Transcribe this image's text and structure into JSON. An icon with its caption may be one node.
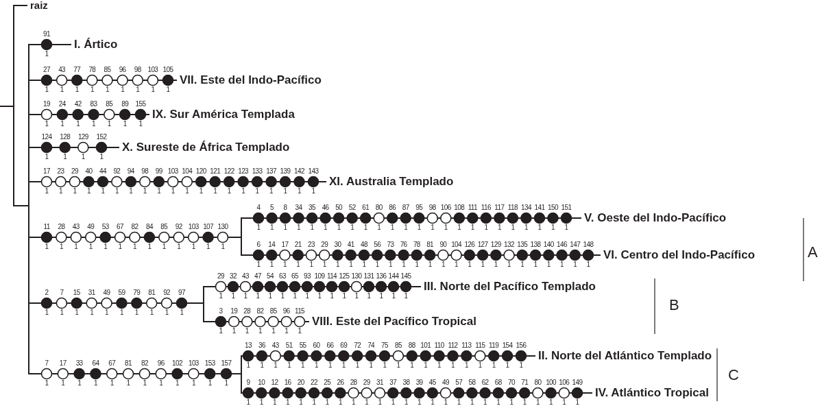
{
  "diagram": {
    "nodes": [
      {
        "text": [
          "raiz"
        ]
      },
      {
        "text": [
          "I. Ártico"
        ]
      },
      {
        "text": [
          "VII. Este del Indo-Pacífico"
        ]
      },
      {
        "text": [
          "IX. Sur América Templada"
        ]
      },
      {
        "text": [
          "X. Sureste de África Templado"
        ]
      },
      {
        "text": [
          "XI. Australia Templado"
        ]
      },
      {
        "text": [
          "V. Oeste del Indo-Pacífico"
        ]
      },
      {
        "text": [
          "VI. Centro del Indo-Pacífico"
        ]
      },
      {
        "text": [
          "III. Norte del Pacífico Templado"
        ]
      },
      {
        "text": [
          "VIII. Este del Pacífico Tropical"
        ]
      },
      {
        "text": [
          "II. Norte del Atlántico Templado"
        ]
      },
      {
        "text": [
          "IV. Atlántico Tropical"
        ]
      }
    ],
    "edges": [
      {
        "from": null,
        "to": 0,
        "arrow": "none"
      },
      {
        "from": null,
        "to": 1,
        "arrow": "none"
      },
      {
        "from": null,
        "to": 2,
        "arrow": "none"
      },
      {
        "from": null,
        "to": 3,
        "arrow": "none"
      },
      {
        "from": null,
        "to": 4,
        "arrow": "none"
      },
      {
        "from": null,
        "to": 5,
        "arrow": "none"
      },
      {
        "from": null,
        "to": 6,
        "arrow": "none"
      },
      {
        "from": null,
        "to": 7,
        "arrow": "none"
      },
      {
        "from": null,
        "to": 8,
        "arrow": "none"
      },
      {
        "from": null,
        "to": 9,
        "arrow": "none"
      },
      {
        "from": null,
        "to": 10,
        "arrow": "none"
      },
      {
        "from": null,
        "to": 11,
        "arrow": "none"
      }
    ],
    "labels": [
      "91",
      "1",
      "27 43 77 78 85 96 98 103 105",
      "1 1 1 1 1 1 1 1 1",
      "19 24 42 83 85 89 155",
      "1 1 1 1 1 1 1",
      "124 128 129 152",
      "1 1 1 1",
      "17 23 29 40 44 92 94 98 99 103 104 120 121 122 123 133 137 139 142 143",
      "1 1 1 1 1 1 1 1 1 1 1 1 1 1 1 1 1 1 1 1",
      "11 28 43 49 53 67 82 84 85 92 103 107 130",
      "1 1 1 1 1 1 1 1 1 1 1 1 1",
      "4 5 8 34 35 46 50 52 61 80 86 87 95 98 106 108 111 116 117 118 134 141 150 151",
      "1 1 1 1 1 1 1 1 1 1 1 1 1 1 1 1 1 1 1 1 1 1 1 1",
      "6 14 17 21 23 29 30 41 48 56 73 76 78 81 90 104 126 127 129 132 135 138 140 146 147 148",
      "1 1 1 1 1 1 1 1 1 1 1 1 1 1 1 1 1 1 1 1 1 1 1 1 1 1",
      "A",
      "2 7 15 31 49 59 79 81 92 97",
      "1 1 1 1 1 1 1 1 1 1",
      "29 32 43 47 54 63 65 93 109 114 125 130 131 136 144 145",
      "1 1 1 1 1 1 1 1 1 1 1 1 1 1 1 1",
      "3 19 28 82 85 96 115",
      "1 1 1 1 1 1 1",
      "B",
      "7 17 33 64 67 81 82 96 102 103 153 157",
      "1 1 1 1 1 1 1 1 1 1 1 1",
      "13 36 43 51 55 60 66 69 72 74 75 85 88 101 110 112 113 115 119 154 156",
      "1 1 1 1 1 1 1 1 1 1 1 1 1 1 1 1 1 1 1 1 1",
      "9 10 12 16 20 22 25 26 28 29 31 37 38 39 45 49 57 58 62 68 70 71 80 100 106 149",
      "1 1 1 1 1 1 1 1 1 1 1 1 1 1 1 1 1 1 1 1 1 1 1 1 1 1",
      "C"
    ]
  }
}
